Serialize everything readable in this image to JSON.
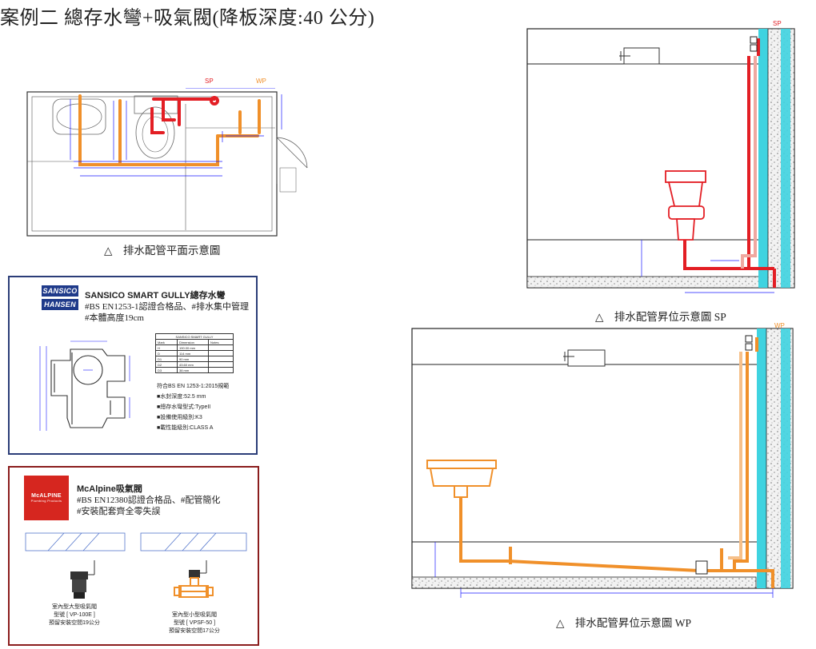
{
  "title": "案例二 總存水彎+吸氣閥(降板深度:40 公分)",
  "plan": {
    "caption": "△　排水配管平面示意圖",
    "label_sp": "SP",
    "label_wp": "WP"
  },
  "section_sp": {
    "caption": "△　排水配管昇位示意圖 SP",
    "label": "SP"
  },
  "section_wp": {
    "caption": "△　排水配管昇位示意圖 WP",
    "label": "WP"
  },
  "gully": {
    "logo_top": "SANSICO",
    "logo_bottom": "HANSEN",
    "name": "SANSICO SMART GULLY總存水彎",
    "tag1": "#BS EN1253-1認證合格品、#排水集中管理",
    "tag2": "#本體高度19cm",
    "table_title": "SANSICO SMART GULLY",
    "table_headers": [
      "Mark",
      "Dimension",
      "Notes"
    ],
    "table_rows": [
      [
        "H",
        "190.00 mm",
        ""
      ],
      [
        "D",
        "114 mm",
        ""
      ],
      [
        "D1",
        "90 mm",
        ""
      ],
      [
        "D2",
        "43.60 mm",
        ""
      ],
      [
        "D3",
        "38 mm",
        ""
      ]
    ],
    "spec_heading": "符合BS EN 1253-1:2015規範",
    "specs": [
      "水封深度:52.5 mm",
      "總存水彎型式:TypeII",
      "設備使用級別:K3",
      "載性能級別:CLASS A"
    ]
  },
  "valve": {
    "logo_line1": "McALPINE",
    "logo_line2": "Plumbing Products",
    "name": "McAlpine吸氣閥",
    "tag1": "#BS EN12380認證合格品、#配管簡化",
    "tag2": "#安裝配套齊全零失誤",
    "large": {
      "line1": "室內型大型吸氣閥",
      "line2": "型號 [ VP-100E ]",
      "line3": "預留安裝空間19公分"
    },
    "small": {
      "line1": "室內型小型吸氣閥",
      "line2": "型號 [ VPSF-50 ]",
      "line3": "預留安裝空間17公分"
    }
  },
  "colors": {
    "frame_blue": "#2b3d78",
    "frame_red": "#8b1d1d",
    "pipe_orange": "#f0902a",
    "pipe_red": "#e31e24",
    "dim_blue": "#1a1aff",
    "wall_cyan": "#3fd3e0"
  }
}
